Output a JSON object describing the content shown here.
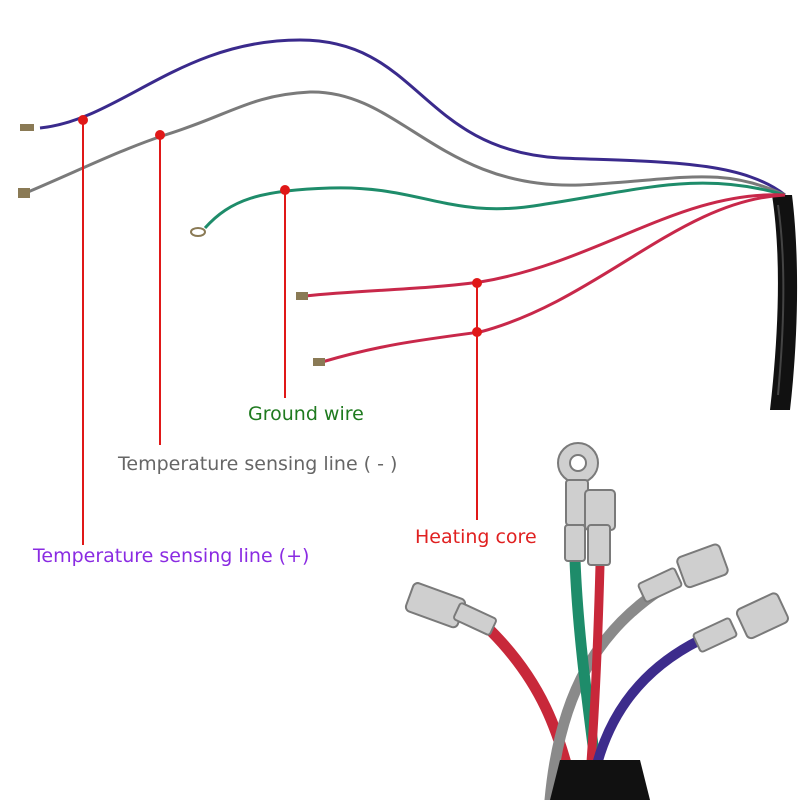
{
  "labels": {
    "ground": {
      "text": "Ground wire",
      "color": "#1f7a1f"
    },
    "temp_neg": {
      "text": "Temperature sensing line ( - )",
      "color": "#666666"
    },
    "heating": {
      "text": "Heating core",
      "color": "#e02020"
    },
    "temp_pos": {
      "text": "Temperature sensing line (+)",
      "color": "#8a2be2"
    }
  },
  "colors": {
    "purple_wire": "#3a2a8c",
    "gray_wire": "#7a7a7a",
    "green_wire": "#1e8c6a",
    "red_wire": "#c8284a",
    "leader": "#e01818",
    "sheath": "#111111"
  }
}
